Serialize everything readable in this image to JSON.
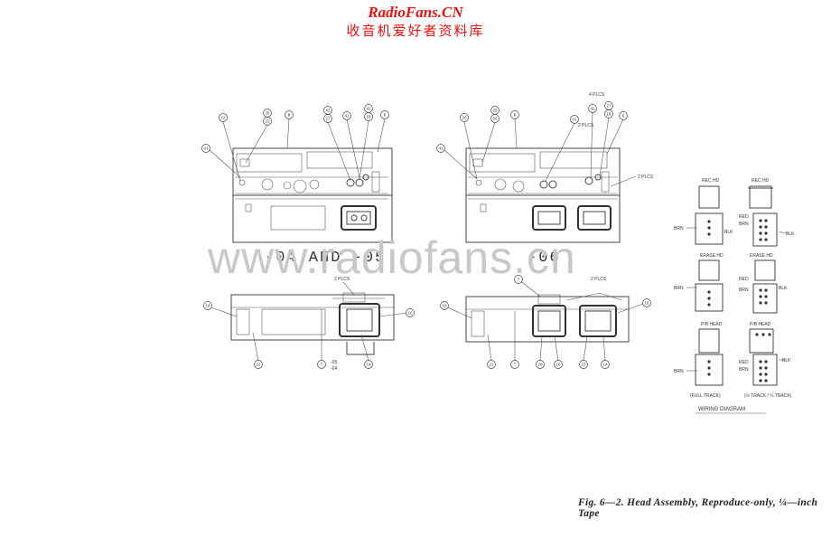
{
  "header": {
    "site_en": "RadioFans.CN",
    "site_cn": "收音机爱好者资料库"
  },
  "watermark": "www.radiofans.cn",
  "figure_caption": "Fig. 6—2. Head Assembly, Reproduce-only, ¼—inch Tape",
  "views": {
    "left_label": "-04 AND -05",
    "right_label": "-06"
  },
  "left_top": {
    "callouts": [
      "22",
      "26",
      "23",
      "8",
      "43",
      "27",
      "42",
      "18",
      "6",
      "41"
    ]
  },
  "left_bottom": {
    "callouts": [
      "14",
      "21",
      "7",
      "14",
      "16"
    ],
    "notes": [
      "2 PLCS",
      "-05",
      "-04"
    ]
  },
  "right_top": {
    "callouts": [
      "20",
      "25",
      "26",
      "8",
      "41",
      "42",
      "27",
      "18",
      "6",
      "41"
    ],
    "notes": [
      "4 PLCS",
      "2 PLCS",
      "2 PLCS"
    ]
  },
  "right_bottom": {
    "callouts": [
      "19",
      "21",
      "7",
      "29",
      "16",
      "23",
      "14",
      "7",
      "16"
    ],
    "notes": [
      "2 PLCS"
    ]
  },
  "wiring": {
    "title": "WIRING DIAGRAM",
    "left_col": {
      "heads": [
        "REC HD",
        "ERASE HD",
        "P/B HEAD"
      ],
      "wire_labels": [
        "BRN",
        "BLK",
        "BRN",
        "BRN"
      ],
      "caption": "(FULL TRACK)"
    },
    "right_col": {
      "heads": [
        "REC HD",
        "ERASE HD",
        "P/B HEAD"
      ],
      "wire_labels": [
        "RED",
        "BRN",
        "BLK",
        "RED",
        "BRN",
        "BLK",
        "RED",
        "BRN",
        "BLK"
      ],
      "caption": "(½ TRACK / ¼ TRACK)"
    }
  }
}
